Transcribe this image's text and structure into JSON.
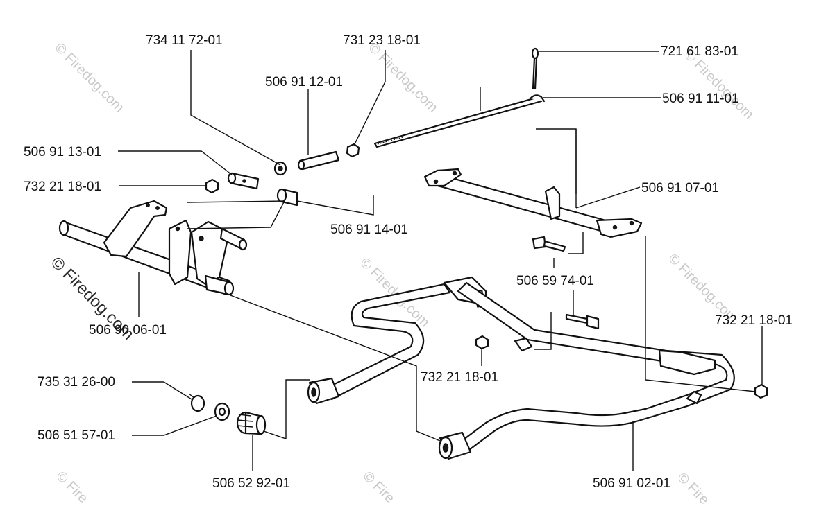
{
  "watermark": {
    "text": "© Firedog.com",
    "text_short": "© Firedog.com",
    "text_cut": "© Fire"
  },
  "labels": {
    "p_734_11_72_01": "734 11 72-01",
    "p_731_23_18_01": "731 23 18-01",
    "p_721_61_83_01": "721 61 83-01",
    "p_506_91_12_01": "506 91 12-01",
    "p_506_91_11_01": "506 91 11-01",
    "p_506_91_13_01": "506 91 13-01",
    "p_732_21_18_01_a": "732 21 18-01",
    "p_506_91_07_01": "506 91 07-01",
    "p_506_91_14_01": "506 91 14-01",
    "p_506_59_74_01": "506 59 74-01",
    "p_506_90_06_01": "506 90 06-01",
    "p_732_21_18_01_b": "732 21 18-01",
    "p_732_21_18_01_c": "732 21 18-01",
    "p_735_31_26_00": "735 31 26-00",
    "p_506_51_57_01": "506 51 57-01",
    "p_506_52_92_01": "506 52 92-01",
    "p_506_91_02_01": "506 91 02-01"
  }
}
